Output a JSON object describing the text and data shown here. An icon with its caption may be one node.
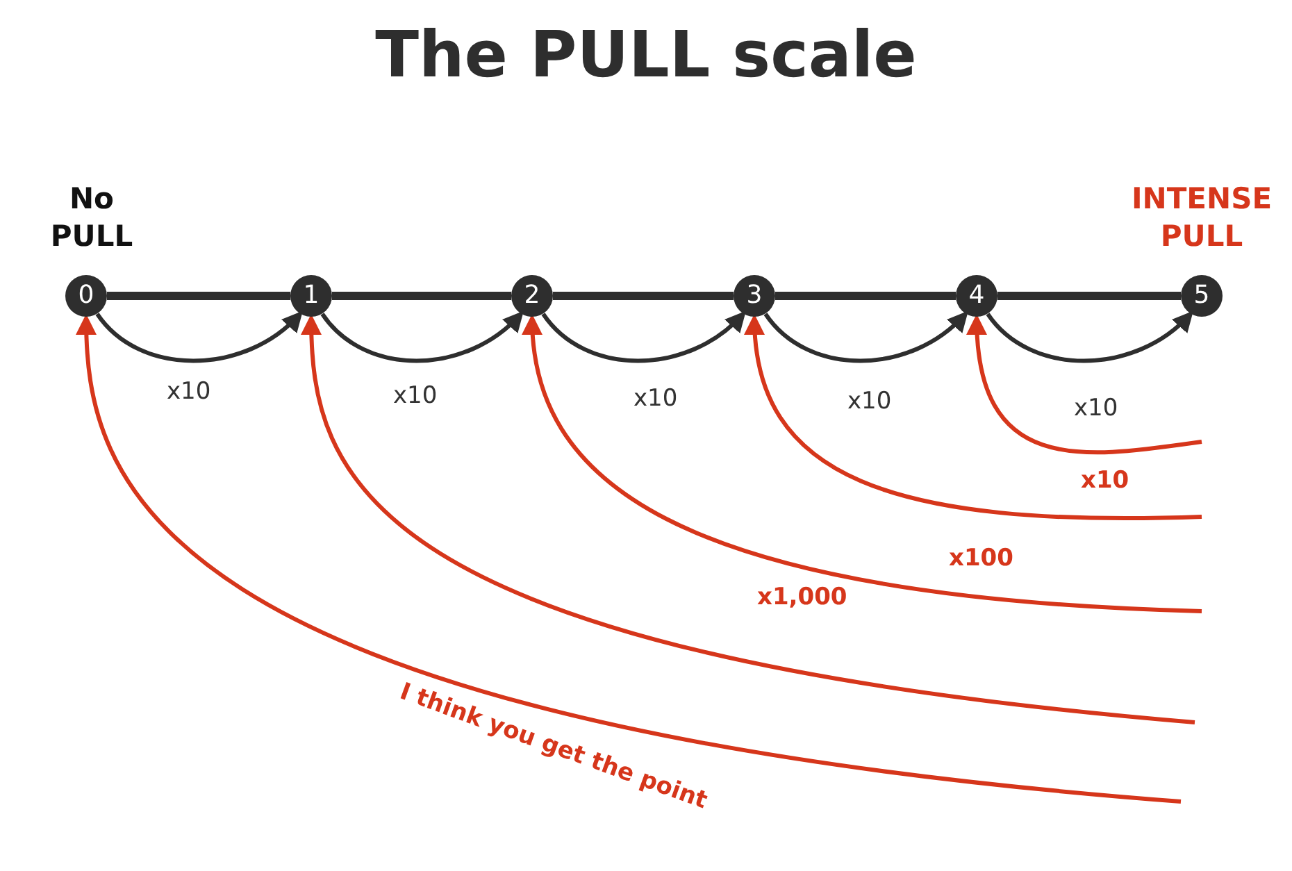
{
  "diagram": {
    "title": "The PULL scale",
    "nodes": [
      {
        "text": [
          "0"
        ],
        "beside": [
          "No PULL"
        ]
      },
      {
        "text": [
          "1"
        ]
      },
      {
        "text": [
          "2"
        ]
      },
      {
        "text": [
          "3"
        ]
      },
      {
        "text": [
          "4"
        ]
      },
      {
        "text": [
          "5"
        ],
        "beside": [
          "INTENSE PULL"
        ]
      }
    ],
    "edges": [
      {
        "from": 0,
        "to": 1,
        "arrow": "none",
        "style": "thick"
      },
      {
        "from": 1,
        "to": 2,
        "arrow": "none",
        "style": "thick"
      },
      {
        "from": 2,
        "to": 3,
        "arrow": "none",
        "style": "thick"
      },
      {
        "from": 3,
        "to": 4,
        "arrow": "none",
        "style": "thick"
      },
      {
        "from": 4,
        "to": 5,
        "arrow": "none",
        "style": "thick"
      },
      {
        "from": 0,
        "to": 1,
        "arrow": "to",
        "label": "x10"
      },
      {
        "from": 1,
        "to": 2,
        "arrow": "to",
        "label": "x10"
      },
      {
        "from": 2,
        "to": 3,
        "arrow": "to",
        "label": "x10"
      },
      {
        "from": 3,
        "to": 4,
        "arrow": "to",
        "label": "x10"
      },
      {
        "from": 4,
        "to": 5,
        "arrow": "to",
        "label": "x10"
      },
      {
        "from": null,
        "to": 4,
        "arrow": "to",
        "label": "x10",
        "color": "#d6361b"
      },
      {
        "from": null,
        "to": 3,
        "arrow": "to",
        "label": "x100",
        "color": "#d6361b"
      },
      {
        "from": null,
        "to": 2,
        "arrow": "to",
        "label": "x1,000",
        "color": "#d6361b"
      },
      {
        "from": null,
        "to": 1,
        "arrow": "to",
        "label": "I think you get the point",
        "color": "#d6361b"
      },
      {
        "from": null,
        "to": 0,
        "arrow": "to",
        "color": "#d6361b"
      }
    ]
  }
}
